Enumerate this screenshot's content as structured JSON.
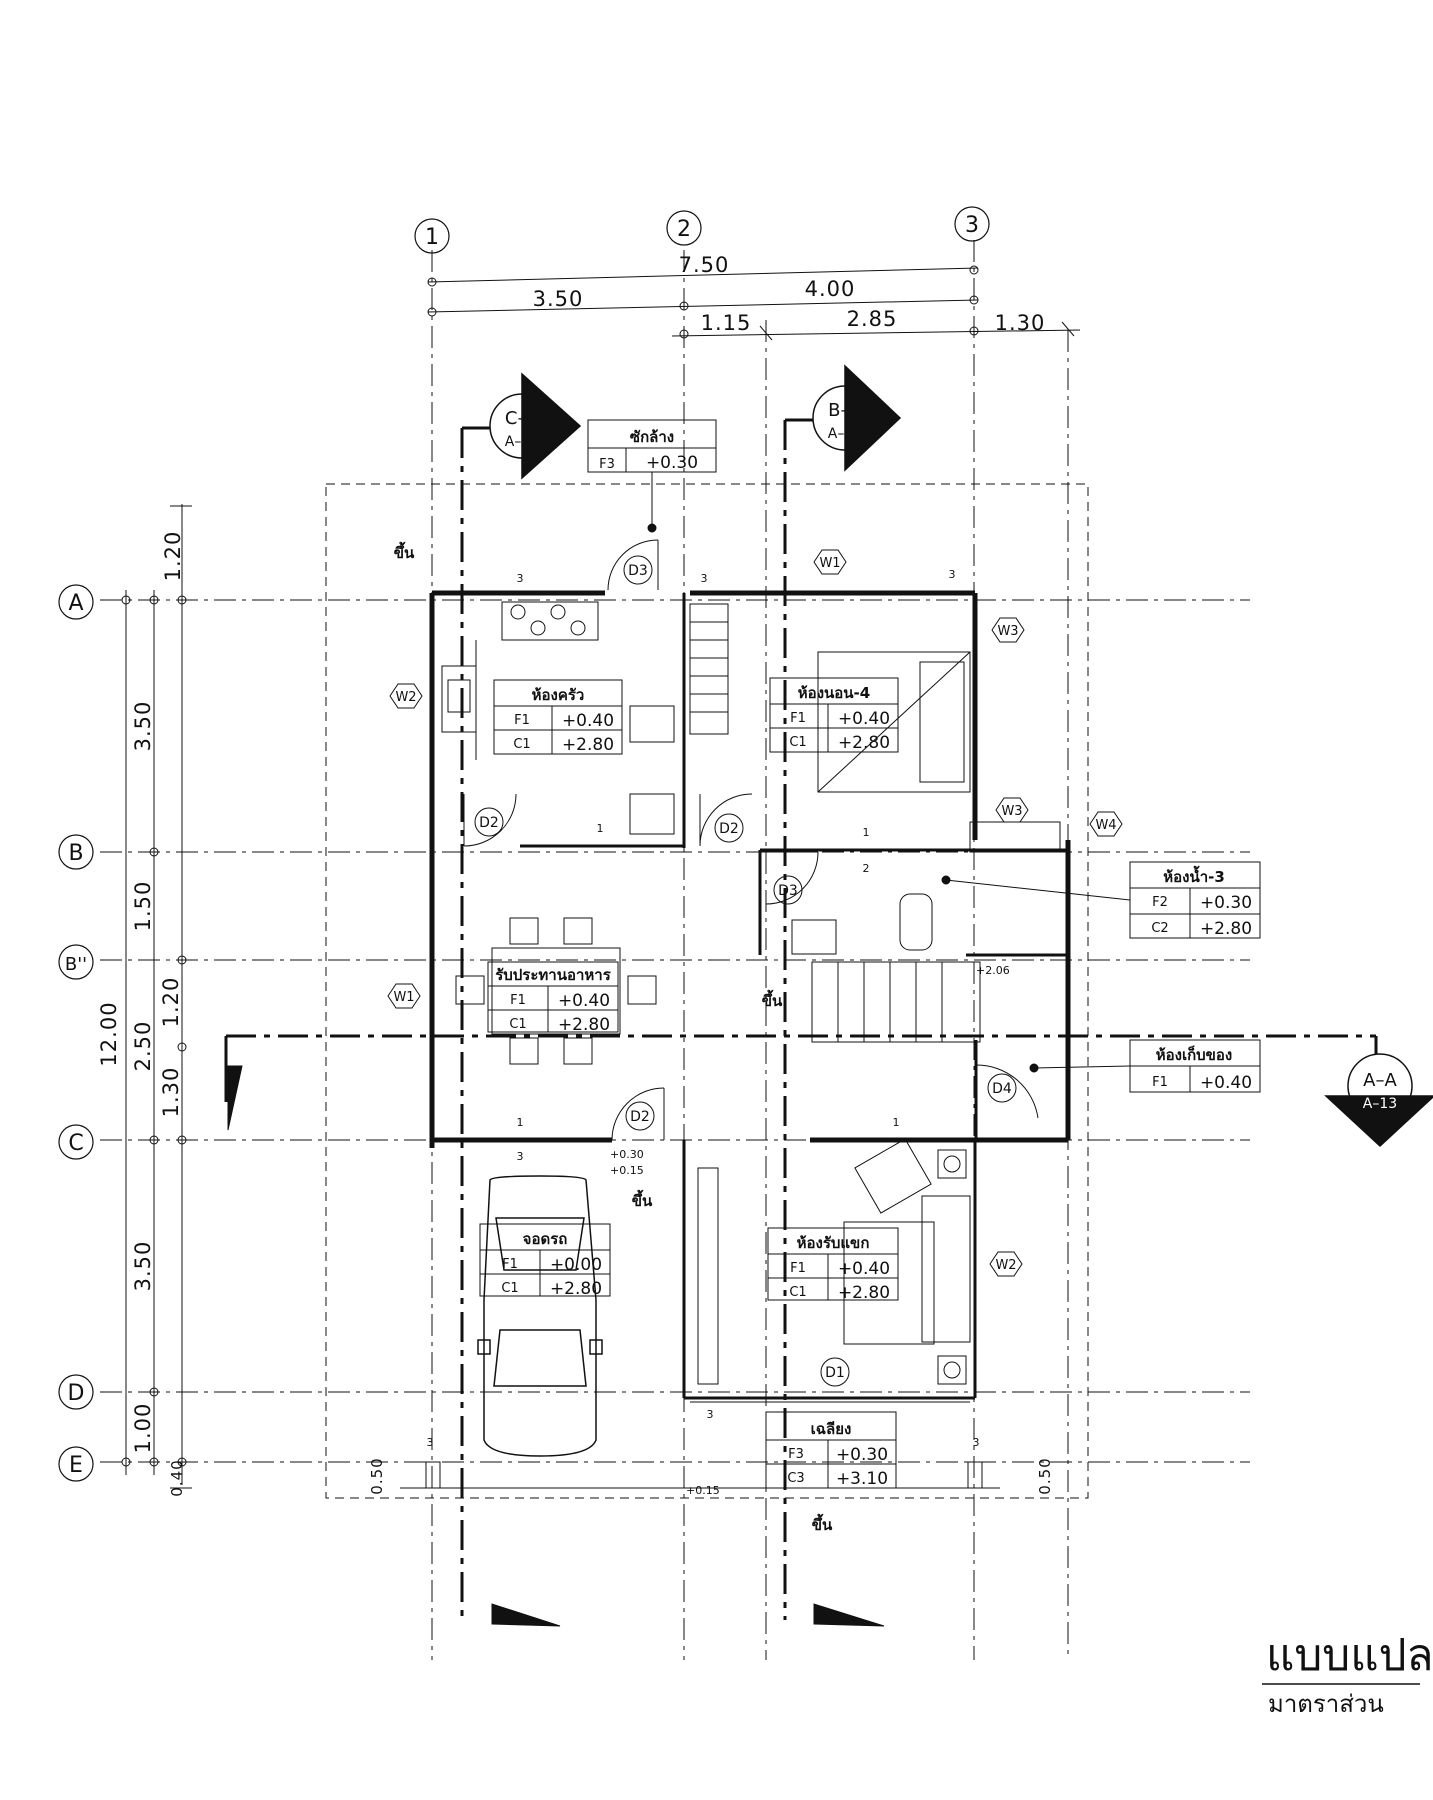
{
  "grid_columns": [
    "1",
    "2",
    "3"
  ],
  "grid_rows": [
    "A",
    "B",
    "B''",
    "C",
    "D",
    "E"
  ],
  "dims_top": {
    "total": "7.50",
    "left": "3.50",
    "right": "4.00",
    "sub1": "1.15",
    "sub2": "2.85",
    "sub3": "1.30"
  },
  "dims_left": {
    "total": "12.00",
    "a_top": "1.20",
    "a_b": "3.50",
    "b_bb": "1.50",
    "bb_c": "2.50",
    "bb_sub1": "1.20",
    "bb_sub2": "1.30",
    "c_d": "3.50",
    "d_e": "1.00",
    "e_bottom": "0.40"
  },
  "dims_side": {
    "left_050": "0.50",
    "right_050": "0.50"
  },
  "sections": [
    {
      "name": "C–C",
      "sheet": "A–15"
    },
    {
      "name": "B–B",
      "sheet": "A–14"
    },
    {
      "name": "A–A",
      "sheet": "A–13"
    }
  ],
  "rooms": {
    "laundry": {
      "title": "ซักล้าง",
      "floor": "F3",
      "floor_level": "+0.30"
    },
    "kitchen": {
      "title": "ห้องครัว",
      "floor": "F1",
      "floor_level": "+0.40",
      "ceiling": "C1",
      "ceiling_level": "+2.80"
    },
    "bedroom": {
      "title": "ห้องนอน-4",
      "floor": "F1",
      "floor_level": "+0.40",
      "ceiling": "C1",
      "ceiling_level": "+2.80"
    },
    "bathroom": {
      "title": "ห้องน้ำ-3",
      "floor": "F2",
      "floor_level": "+0.30",
      "ceiling": "C2",
      "ceiling_level": "+2.80"
    },
    "dining": {
      "title": "รับประทานอาหาร",
      "floor": "F1",
      "floor_level": "+0.40",
      "ceiling": "C1",
      "ceiling_level": "+2.80"
    },
    "storage": {
      "title": "ห้องเก็บของ",
      "floor": "F1",
      "floor_level": "+0.40"
    },
    "garage": {
      "title": "จอดรถ",
      "floor": "F1",
      "floor_level": "+0.00",
      "ceiling": "C1",
      "ceiling_level": "+2.80"
    },
    "living": {
      "title": "ห้องรับแขก",
      "floor": "F1",
      "floor_level": "+0.40",
      "ceiling": "C1",
      "ceiling_level": "+2.80"
    },
    "porch": {
      "title": "เฉลียง",
      "floor": "F3",
      "floor_level": "+0.30",
      "ceiling": "C3",
      "ceiling_level": "+3.10"
    }
  },
  "tags": {
    "doors": [
      "D1",
      "D2",
      "D2",
      "D2",
      "D3",
      "D3",
      "D4"
    ],
    "windows": [
      "W1",
      "W1",
      "W2",
      "W2",
      "W3",
      "W3",
      "W4"
    ],
    "up_label": "ขึ้น",
    "level_030": "+0.30",
    "level_015": "+0.15",
    "level_015b": "+0.15",
    "level_206": "+2.06",
    "wall_tags": [
      "1",
      "2",
      "3"
    ]
  },
  "title_block": {
    "title": "แบบแปลน",
    "scale": "มาตราส่วน"
  }
}
